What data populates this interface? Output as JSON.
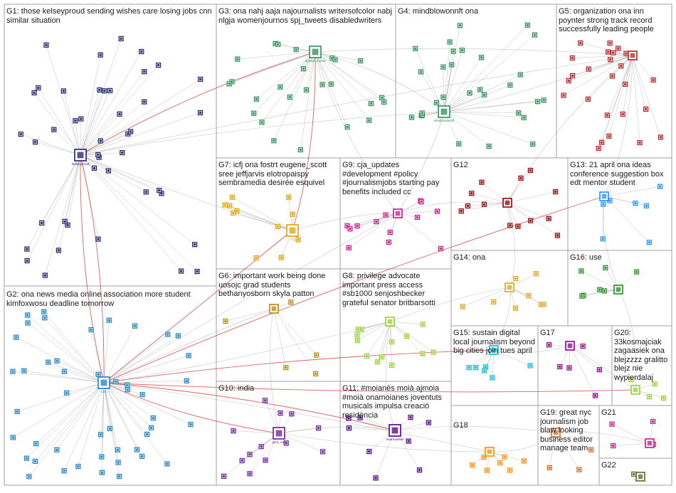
{
  "groups": [
    {
      "id": "G1",
      "label": "G1: those kelseyproud sending wishes care losing jobs cnn similar situation",
      "color": "#1f1f6b",
      "node_count": 44
    },
    {
      "id": "G2",
      "label": "G2: ona news media online association more student kimfoxwosu deadline tomorrow",
      "color": "#1e7fc2",
      "node_count": 48
    },
    {
      "id": "G3",
      "label": "G3: ona nahj aaja najournalists writersofcolor nabj nlgja womenjournos spj_tweets disabledwriters",
      "color": "#2e8b57",
      "node_count": 26
    },
    {
      "id": "G4",
      "label": "G4: mindblowonnft ona",
      "color": "#2e8b57",
      "node_count": 30
    },
    {
      "id": "G5",
      "label": "G5: organization ona inn poynter strong track record successfully leading people",
      "color": "#b22222",
      "node_count": 26
    },
    {
      "id": "G6",
      "label": "G6: important work being done uosojc grad students bethanyosborn skyla patton",
      "color": "#b8860b",
      "node_count": 6
    },
    {
      "id": "G7",
      "label": "G7: icfj ona fostrt eugene_scott sree jeffjarvis elotropaispy sembramedia desirée esquivel",
      "color": "#e0a000",
      "node_count": 12
    },
    {
      "id": "G8",
      "label": "G8: privilege advocate important press access #sb1000 senjoshbecker grateful senator britbarsotti",
      "color": "#9acd32",
      "node_count": 16
    },
    {
      "id": "G9",
      "label": "G9: cja_updates #development #policy #journalismjobs starting pay benefits included cc",
      "color": "#c71585",
      "node_count": 14
    },
    {
      "id": "G10",
      "label": "G10: india",
      "color": "#6a1b9a",
      "node_count": 14
    },
    {
      "id": "G11",
      "label": "G11: #moianès moià ajmoia #moià onamoianes joventuts musicals impulsa creació residència",
      "color": "#4b0082",
      "node_count": 10
    },
    {
      "id": "G12",
      "label": "G12",
      "color": "#8b0000",
      "node_count": 14
    },
    {
      "id": "G13",
      "label": "G13: 21 april ona ideas conference suggestion box edt mentor student",
      "color": "#1e90ff",
      "node_count": 8
    },
    {
      "id": "G14",
      "label": "G14: ona",
      "color": "#daa520",
      "node_count": 9
    },
    {
      "id": "G15",
      "label": "G15: sustain digital local journalism beyond big cities join tues april",
      "color": "#00bcd4",
      "node_count": 7
    },
    {
      "id": "G16",
      "label": "G16: use",
      "color": "#228b22",
      "node_count": 8
    },
    {
      "id": "G17",
      "label": "G17",
      "color": "#8b008b",
      "node_count": 7
    },
    {
      "id": "G18",
      "label": "G18",
      "color": "#ff8c00",
      "node_count": 8
    },
    {
      "id": "G19",
      "label": "G19: great nyc journalism job blaw looking business editor manage team",
      "color": "#d2691e",
      "node_count": 4
    },
    {
      "id": "G20",
      "label": "G20: 33kosmajciak zagaasiek ona blejzzzz gralitto blejz nie wypierdalaj",
      "color": "#9acd32",
      "node_count": 5
    },
    {
      "id": "G21",
      "label": "G21",
      "color": "#c71585",
      "node_count": 5
    },
    {
      "id": "G22",
      "label": "G22",
      "color": "#556b2f",
      "node_count": 2
    }
  ],
  "hub_names": {
    "G1": "kelseyproud",
    "G2": "ona",
    "G3": "ahmed_muhla",
    "G4": "mindblowonnft",
    "G7": "icfj",
    "G10": "jpcd_ona",
    "G11": "onamoianes"
  }
}
